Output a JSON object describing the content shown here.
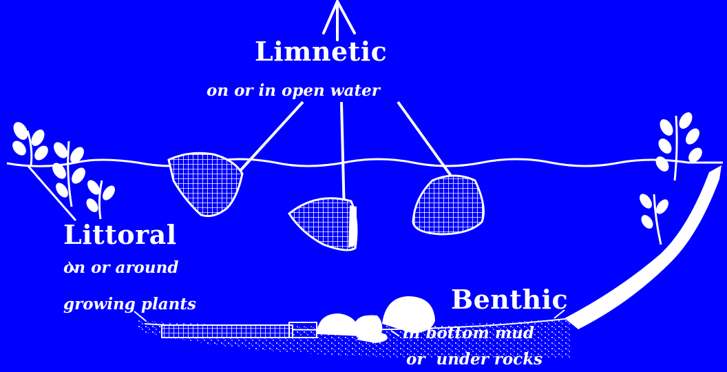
{
  "colors": {
    "background": "#0000ff",
    "ink": "#ffffff"
  },
  "zones": {
    "limnetic": {
      "title": "Limnetic",
      "description": "on or in open water"
    },
    "littoral": {
      "title": "Littoral",
      "description_lines": [
        "on or around",
        "growing plants"
      ]
    },
    "benthic": {
      "title": "Benthic",
      "description_lines": [
        "in bottom mud",
        "or  under rocks"
      ]
    }
  },
  "icons": [
    "dip-net-icon",
    "aquatic-plant-icon",
    "rock-icon",
    "arrow-icon"
  ]
}
